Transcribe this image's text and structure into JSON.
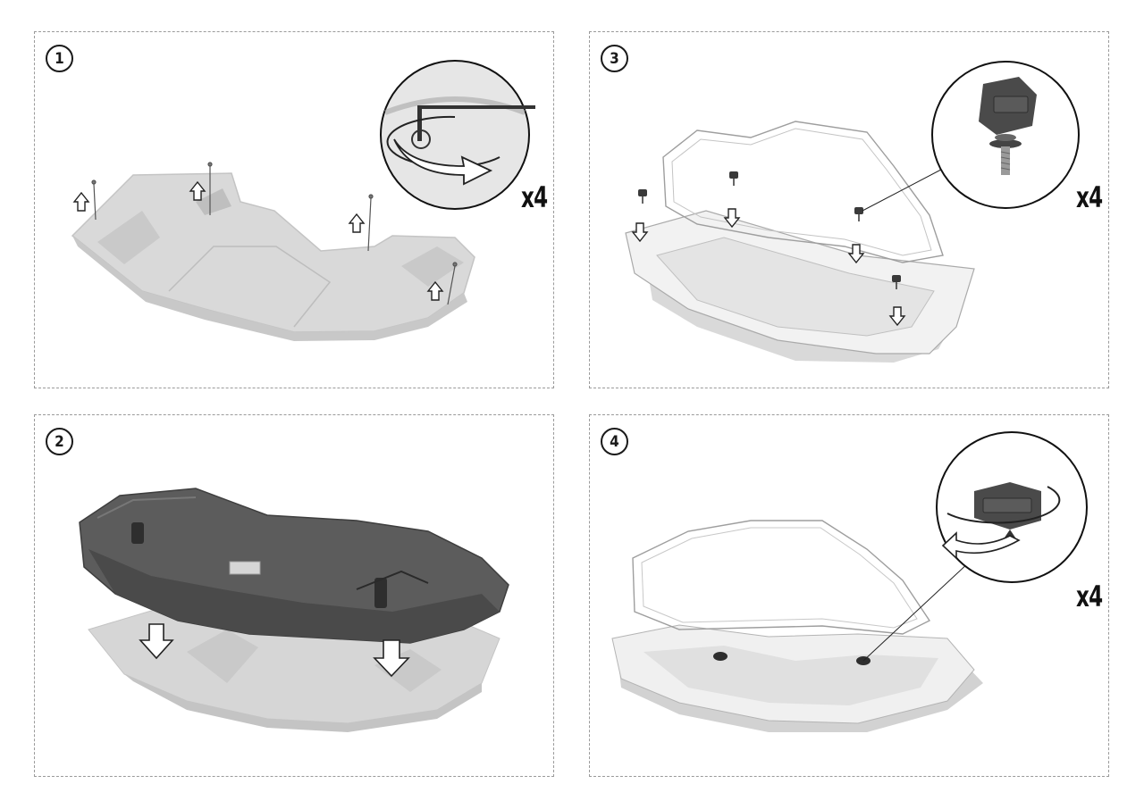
{
  "steps": [
    {
      "number": "1",
      "quantity": "x4"
    },
    {
      "number": "2"
    },
    {
      "number": "3",
      "quantity": "x4"
    },
    {
      "number": "4",
      "quantity": "x4"
    }
  ]
}
